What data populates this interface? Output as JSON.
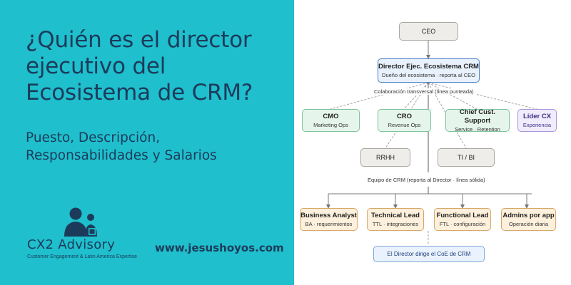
{
  "left": {
    "title": "¿Quién es el director ejecutivo del Ecosistema de CRM?",
    "subtitle": "Puesto, Descripción, Responsabilidades y Salarios",
    "logo_name": "CX2 Advisory",
    "logo_tagline": "Customer Engagement & Latin America Expertise",
    "url": "www.jesushoyos.com"
  },
  "diagram": {
    "ceo": "CEO",
    "director_title": "Director Ejec. Ecosistema CRM",
    "director_sub": "Dueño del ecosistema · reporta al CEO",
    "dotted_label": "Colaboración transversal (línea punteada)",
    "cmo_title": "CMO",
    "cmo_sub": "Marketing Ops",
    "cro_title": "CRO",
    "cro_sub": "Revenue Ops",
    "ccs_title": "Chief Cust. Support",
    "ccs_sub": "Service · Retention",
    "cx_title": "Líder CX",
    "cx_sub": "Experiencia",
    "rrhh": "RRHH",
    "ti": "TI / BI",
    "solid_label": "Equipo de CRM (reporta al Director · línea sólida)",
    "ba_title": "Business Analyst",
    "ba_sub": "BA · requerimientos",
    "tl_title": "Technical Lead",
    "tl_sub": "TTL · integraciones",
    "fl_title": "Functional Lead",
    "fl_sub": "FTL · configuración",
    "admins_title": "Admins por app",
    "admins_sub": "Operación diaria",
    "coe": "El Director dirige el CoE de CRM"
  },
  "colors": {
    "left_bg": "#1fbfcd",
    "text_dark": "#1c3b5a"
  }
}
